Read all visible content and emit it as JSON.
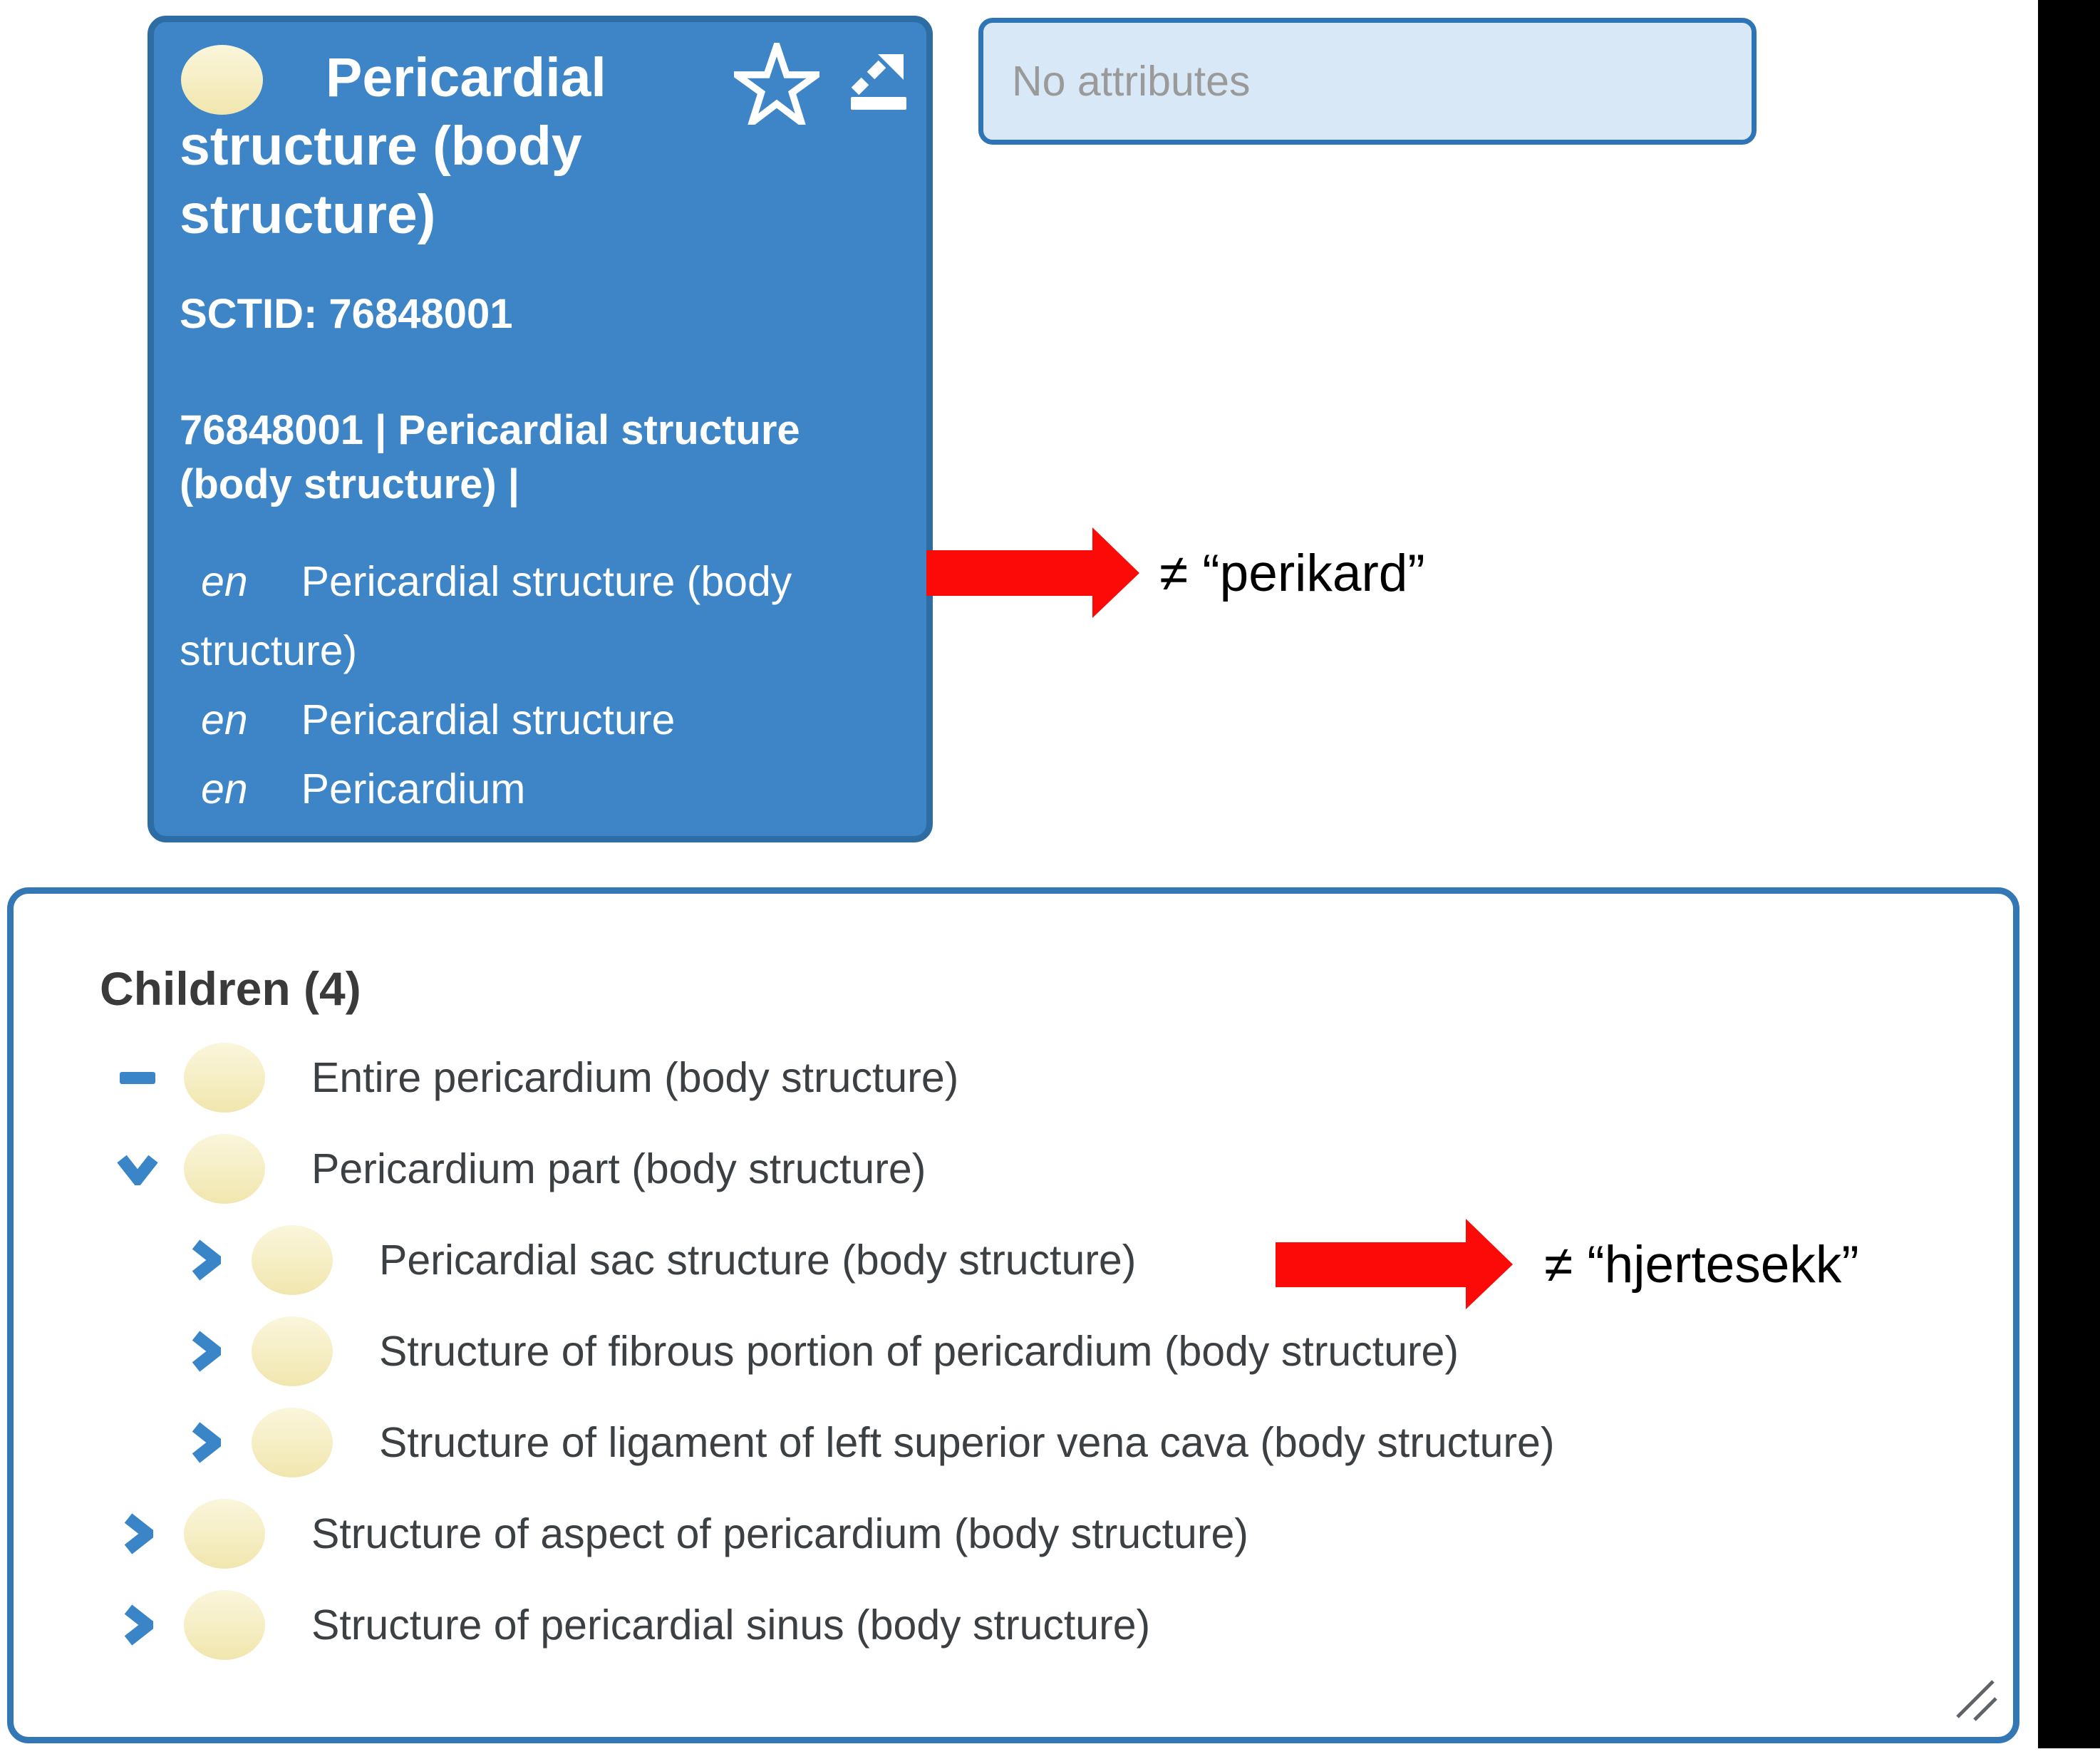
{
  "colors": {
    "card_fill": "#3d85c6",
    "card_border": "#2d6da3",
    "panel_border": "#3377b5",
    "chevron_blue": "#3a85c8",
    "attributes_fill": "#d9e8f7",
    "attributes_border": "#2e75b5",
    "concept_yellow": "#f5ecc0",
    "arrow_red": "#fb0a07",
    "tree_text": "#3c4043"
  },
  "concept_card": {
    "title": "Pericardial structure (body structure)",
    "sctid_line": "SCTID: 76848001",
    "fsn_line": "76848001 | Pericardial structure (body structure) |",
    "descriptions": [
      {
        "lang": "en",
        "term": "Pericardial structure (body structure)"
      },
      {
        "lang": "en",
        "term": "Pericardial structure"
      },
      {
        "lang": "en",
        "term": "Pericardium"
      }
    ]
  },
  "attributes_box": {
    "placeholder": "No attributes"
  },
  "annotations": [
    {
      "text": "≠ “perikard”"
    },
    {
      "text": "≠ “hjertesekk”"
    }
  ],
  "children_panel": {
    "heading": "Children (4)",
    "items": [
      {
        "icon": "minus",
        "level": 0,
        "label": "Entire pericardium (body structure)"
      },
      {
        "icon": "chevron-down",
        "level": 0,
        "label": "Pericardium part (body structure)"
      },
      {
        "icon": "chevron-right",
        "level": 1,
        "label": "Pericardial sac structure (body structure)"
      },
      {
        "icon": "chevron-right",
        "level": 1,
        "label": "Structure of fibrous portion of pericardium (body structure)"
      },
      {
        "icon": "chevron-right",
        "level": 1,
        "label": "Structure of ligament of left superior vena cava (body structure)"
      },
      {
        "icon": "chevron-right",
        "level": 0,
        "label": "Structure of aspect of pericardium (body structure)"
      },
      {
        "icon": "chevron-right",
        "level": 0,
        "label": "Structure of pericardial sinus (body structure)"
      }
    ]
  }
}
